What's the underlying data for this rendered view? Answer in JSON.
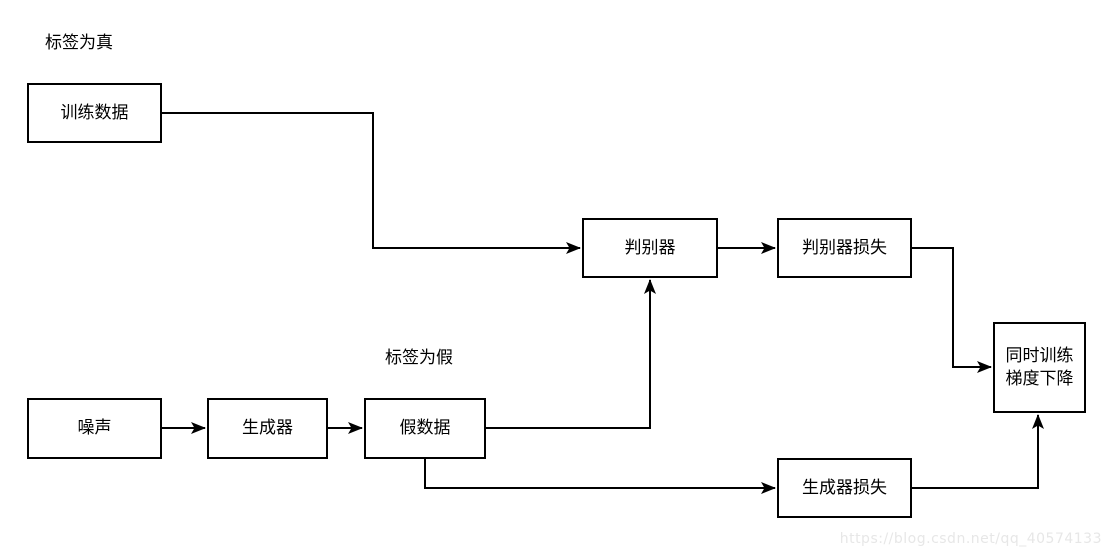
{
  "page": {
    "background_color": "#ffffff",
    "line_color": "#000000",
    "text_color": "#000000",
    "watermark_color": "#e7e7e7"
  },
  "annotations": {
    "label_true": "标签为真",
    "label_false": "标签为假"
  },
  "nodes": {
    "train_data": {
      "label": "训练数据"
    },
    "discriminator": {
      "label": "判别器"
    },
    "discriminator_loss": {
      "label": "判别器损失"
    },
    "noise": {
      "label": "噪声"
    },
    "generator": {
      "label": "生成器"
    },
    "fake_data": {
      "label": "假数据"
    },
    "generator_loss": {
      "label": "生成器损失"
    },
    "trainer": {
      "label": "同时训练\n梯度下降"
    }
  },
  "edges": [
    {
      "from": "train_data",
      "to": "discriminator"
    },
    {
      "from": "discriminator",
      "to": "discriminator_loss"
    },
    {
      "from": "discriminator_loss",
      "to": "trainer"
    },
    {
      "from": "noise",
      "to": "generator"
    },
    {
      "from": "generator",
      "to": "fake_data"
    },
    {
      "from": "fake_data",
      "to": "discriminator"
    },
    {
      "from": "fake_data",
      "to": "generator_loss"
    },
    {
      "from": "generator_loss",
      "to": "trainer"
    }
  ],
  "watermark": "https://blog.csdn.net/qq_40574133"
}
